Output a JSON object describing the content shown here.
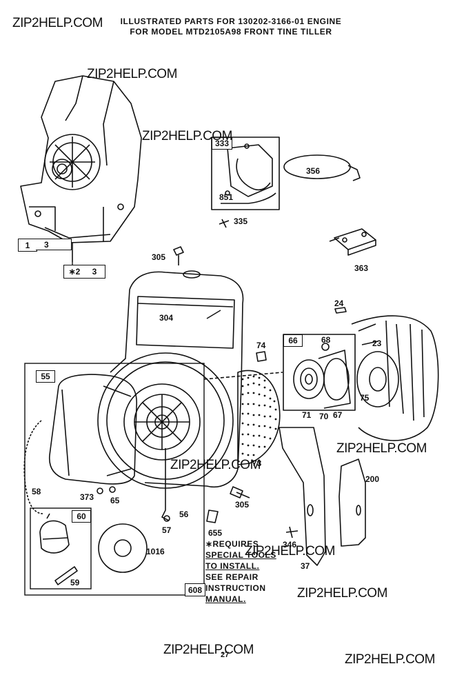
{
  "header": {
    "title_line1": "ILLUSTRATED PARTS FOR 130202-3166-01 ENGINE",
    "title_line2": "FOR MODEL MTD2105A98 FRONT TINE TILLER"
  },
  "watermark": "ZIP2HELP.COM",
  "part_labels": {
    "p1": "1",
    "p3a": "3",
    "p2": "∗2",
    "p3b": "3",
    "p333": "333",
    "p356": "356",
    "p851": "851",
    "p335": "335",
    "p363": "363",
    "p305a": "305",
    "p304": "304",
    "p24": "24",
    "p74": "74",
    "p66": "66",
    "p68": "68",
    "p23": "23",
    "p55": "55",
    "p71": "71",
    "p70": "70",
    "p67": "67",
    "p75": "75",
    "p73": "73",
    "p58": "58",
    "p373": "373",
    "p65": "65",
    "p56": "56",
    "p305b": "305",
    "p200": "200",
    "p60": "60",
    "p57": "57",
    "p655": "655",
    "p1016": "1016",
    "p346": "346",
    "p37": "37",
    "p59": "59",
    "p608": "608"
  },
  "note": {
    "line1": "∗REQUIRES",
    "line2": "SPECIAL TOOLS",
    "line3": "TO INSTALL.",
    "line4": "SEE REPAIR",
    "line5": "INSTRUCTION",
    "line6": "MANUAL."
  },
  "page_number": "27"
}
